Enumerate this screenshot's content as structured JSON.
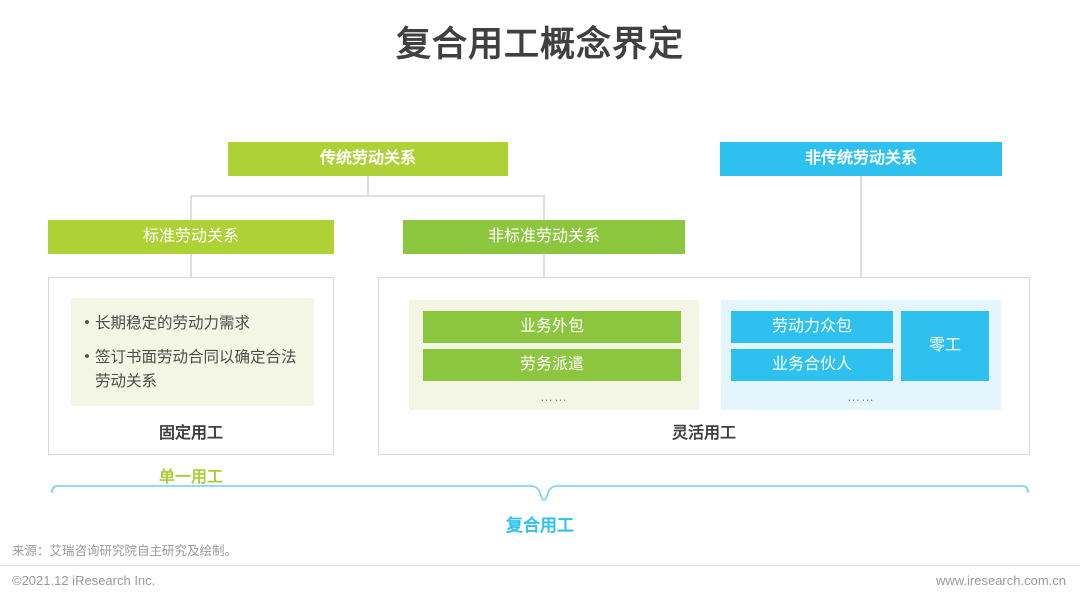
{
  "page": {
    "title": "复合用工概念界定"
  },
  "tier1": {
    "traditional": "传统劳动关系",
    "non_traditional": "非传统劳动关系"
  },
  "tier2": {
    "standard": "标准劳动关系",
    "non_standard": "非标准劳动关系"
  },
  "fixed_panel": {
    "bullets": [
      "长期稳定的劳动力需求",
      "签订书面劳动合同以确定合法劳动关系"
    ],
    "bullet_marker": "•",
    "label": "固定用工"
  },
  "flexible_panel": {
    "label": "灵活用工",
    "green_group": {
      "chips": [
        "业务外包",
        "劳务派遣"
      ],
      "ellipsis": "……"
    },
    "blue_group": {
      "chips": [
        "劳动力众包",
        "业务合伙人"
      ],
      "tall_chip": "零工",
      "ellipsis": "……"
    }
  },
  "tags": {
    "single": "单一用工",
    "composite": "复合用工"
  },
  "footer": {
    "source": "来源：艾瑞咨询研究院自主研究及绘制。",
    "copyright": "©2021.12 iResearch Inc.",
    "website": "www.iresearch.com.cn"
  },
  "colors": {
    "green_light": "#aed136",
    "green_mid": "#8cc63f",
    "cyan": "#2ec0ef",
    "green_tint": "#f3f6e4",
    "blue_tint": "#e4f5fd",
    "title_gray": "#404040",
    "connector_gray": "#c9c9c9",
    "footer_gray": "#9a9a9a"
  }
}
